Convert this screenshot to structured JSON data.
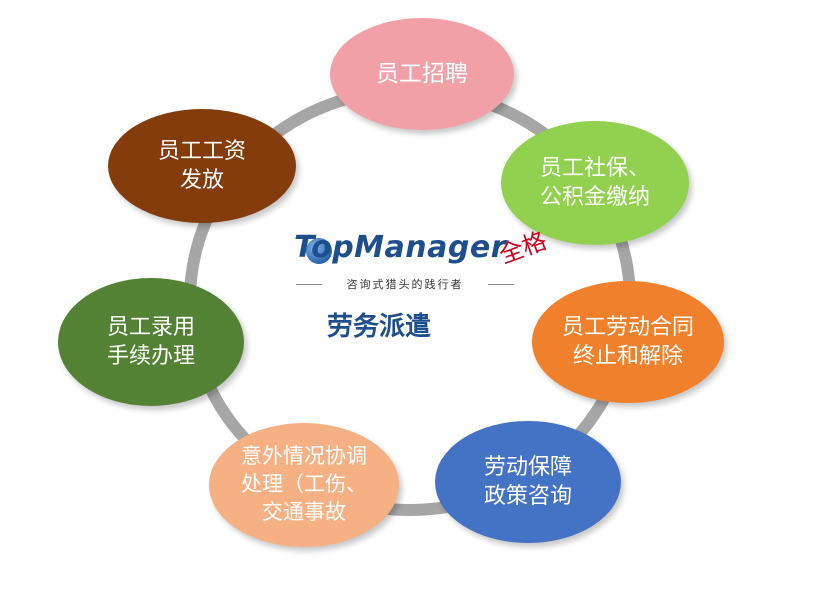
{
  "colors": {
    "ring": "#a6a6a6",
    "recruit": "#f1a0a8",
    "social": "#92d050",
    "termination": "#f0802c",
    "policy": "#4472c4",
    "accident": "#f5b183",
    "onboarding": "#548235",
    "salary": "#843c0c"
  },
  "center": {
    "logo": "TopManager",
    "logo_cn": "全格",
    "slogan": "咨询式猎头的践行者",
    "title": "劳务派遣"
  },
  "nodes": {
    "recruit": "员工招聘",
    "social": "员工社保、\n公积金缴纳",
    "termination": "员工劳动合同\n终止和解除",
    "policy": "劳动保障\n政策咨询",
    "accident": "意外情况协调\n处理（工伤、\n交通事故",
    "onboarding": "员工录用\n手续办理",
    "salary": "员工工资\n发放"
  }
}
